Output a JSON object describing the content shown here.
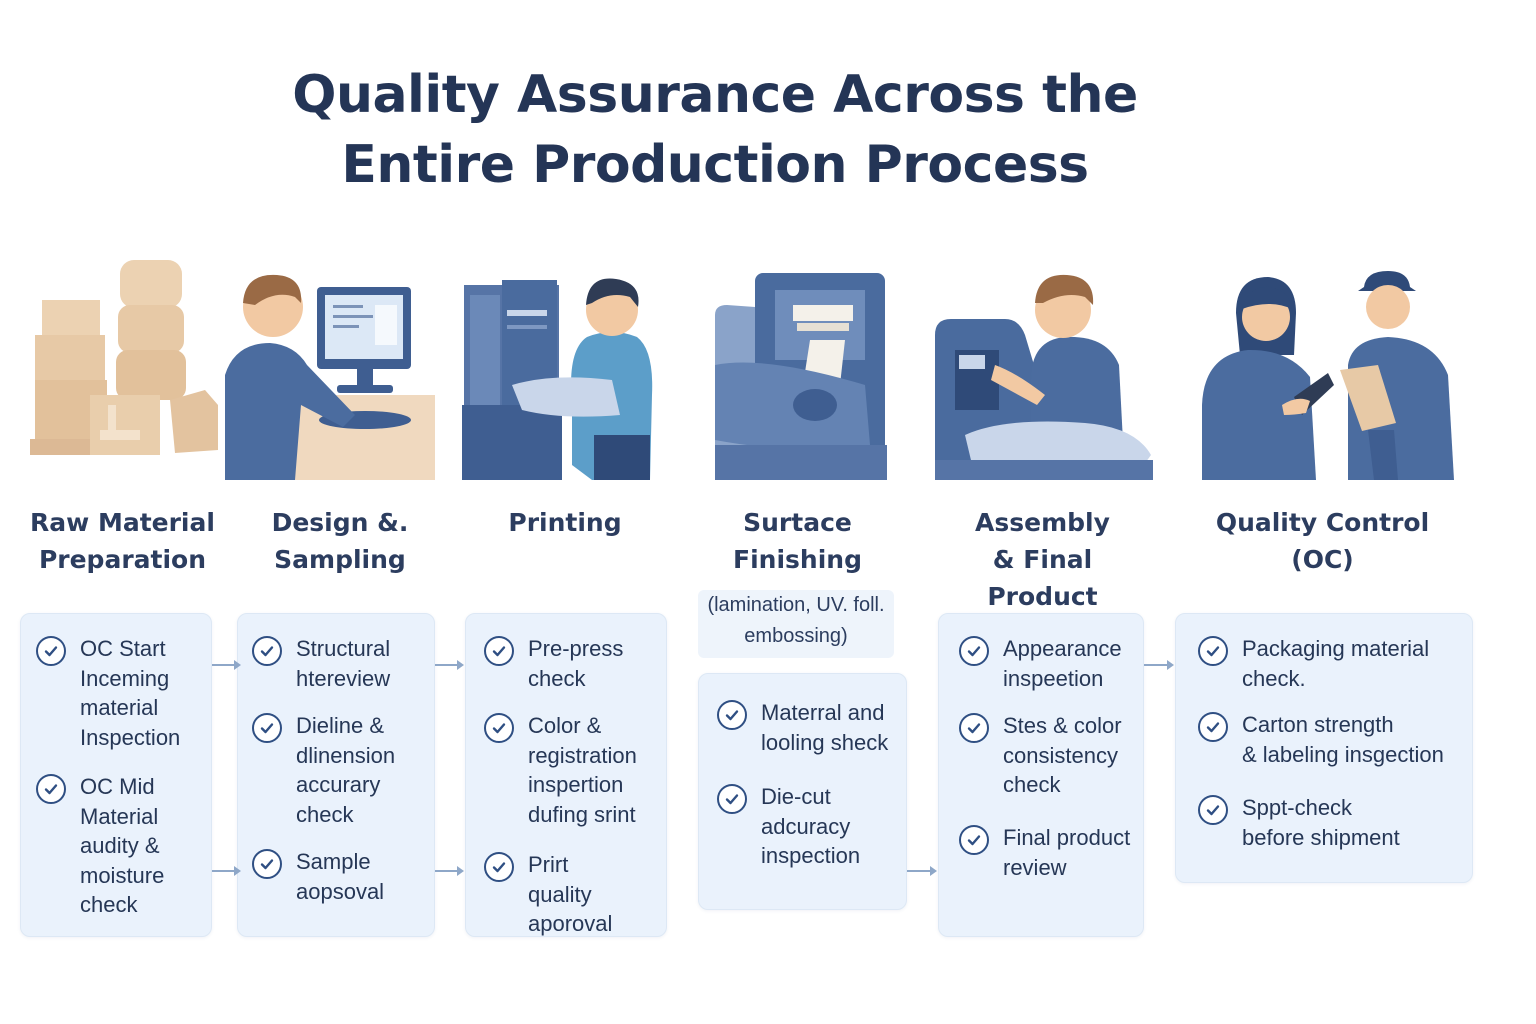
{
  "title": {
    "line1": "Quality Assurance Across the",
    "line2": "Entire Production Process"
  },
  "stages": [
    {
      "label": [
        "Raw Material",
        "Preparation"
      ],
      "illustration": "stacked-cardboard-boxes",
      "checks": [
        "OC Start\nIncеming\nmaterial\nInspection",
        "OC Mid\nMaterial\nauditу &\nmoisture\ncheck"
      ]
    },
    {
      "label": [
        "Design &.",
        "Sampling"
      ],
      "illustration": "designer-at-computer",
      "checks": [
        "Structural\nhtereview",
        "Dieline &\ndlinension\naccurary\ncheck",
        "Sample\naopsoval"
      ]
    },
    {
      "label": [
        "Printing",
        ""
      ],
      "illustration": "operator-at-printing-press",
      "checks": [
        "Pre-press\ncheck",
        "Color &\nregistration\ninspertion\ndufing srint",
        "Prirt\nquality\naporoval"
      ]
    },
    {
      "label": [
        "Surtace",
        "Finishing"
      ],
      "note": [
        "(lamination, UV. foll.",
        "embossing)"
      ],
      "illustration": "finishing-machine",
      "checks": [
        "Materral and\nlooling sheck",
        "Die-cut\nadcuracy\ninspection"
      ]
    },
    {
      "label": [
        "Assembly",
        "& Final Product"
      ],
      "illustration": "worker-assembling-product",
      "checks": [
        "Appearance\ninspeetion",
        "Stes & color\nconsistency\ncheck",
        "Final product\nreview"
      ]
    },
    {
      "label": [
        "Quality Control",
        "(OC)"
      ],
      "illustration": "two-inspectors-with-clipboard",
      "checks": [
        "Packaging material\ncheck.",
        "Carton strength\n& labeling insgection",
        "Sppt-check\nbefore shipment"
      ]
    }
  ],
  "colors": {
    "title": "#243556",
    "card_bg": "#eaf2fc",
    "check_ring": "#2f4f83",
    "arrow": "#8ea7c8",
    "illustration_blue": "#4a6b9e",
    "illustration_tan": "#e7c9a6"
  }
}
